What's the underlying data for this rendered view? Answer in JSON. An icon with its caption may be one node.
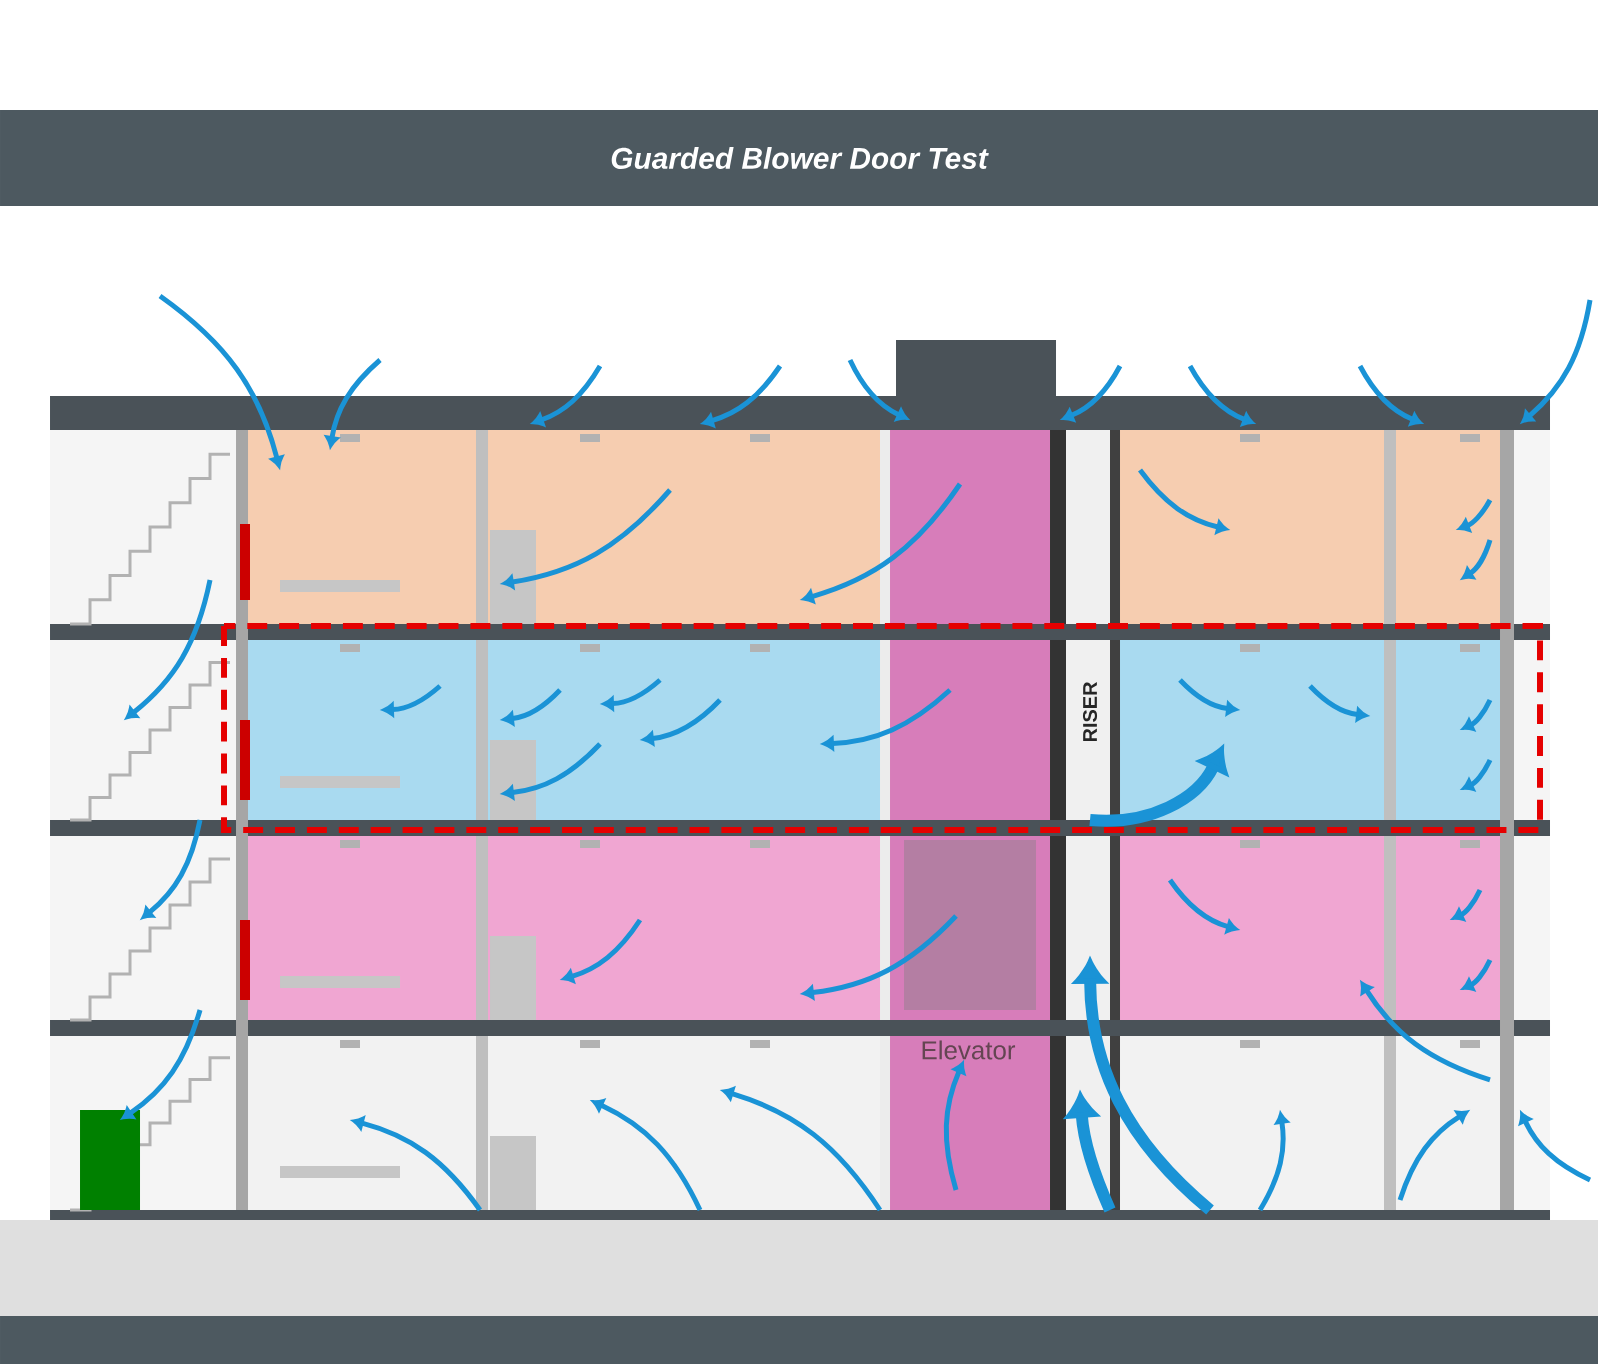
{
  "diagram": {
    "title": "Guarded Blower Door Test",
    "labels": [
      "RISER",
      "Elevator"
    ]
  }
}
